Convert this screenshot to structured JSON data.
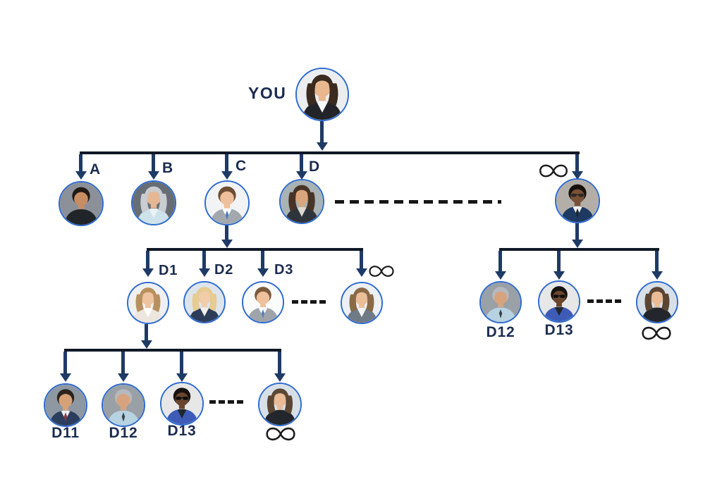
{
  "diagram": {
    "type": "downline-tree",
    "background": "#ffffff",
    "css_vars": "--line:#101826;--arrow:#1e3a66;--label:#1c2c50;--ring:#2e6bd0;--dashc:#161616",
    "colors": {
      "connector_line": "#101826",
      "arrow": "#1e3a66",
      "label_text": "#1c2c50",
      "avatar_ring": "#2e6bd0",
      "dashed_line": "#161616"
    },
    "root": {
      "id": "you",
      "label": "YOU",
      "avatar": "businesswoman-dark-blazer-arms-crossed",
      "avatar_css": "--bg:#ecedef;--hair:#3a2a20;--sidehair:#3a2a20;--skin:#eab88f;--suit:#22242a;--shirt:#f8f9fa"
    },
    "level2": {
      "parent": "you",
      "nodes": [
        {
          "id": "a",
          "label": "A",
          "avatar": "man-black-shirt",
          "avatar_css": "--bg:#8b9099;--hair:#211a15;--skin:#c78e63;--suit:#212428"
        },
        {
          "id": "b",
          "label": "B",
          "avatar": "senior-woman-light-blue-blouse",
          "avatar_css": "--bg:#666d74;--hair:#c9ccd0;--sidehair:#c9ccd0;--skin:#e5b794;--suit:#cde2ea;--shirt:#e9f2f6"
        },
        {
          "id": "c",
          "label": "C",
          "avatar": "man-gray-suit-blue-tie",
          "avatar_css": "--bg:#f2f3f4;--hair:#6e4e33;--skin:#eec09b;--suit:#a2a8ad;--shirt:#ffffff;--tie:#4d7fc0"
        },
        {
          "id": "d",
          "label": "D",
          "avatar": "businesswoman-dark-suit-office",
          "avatar_css": "--bg:#a9b2b5;--hair:#483426;--sidehair:#483426;--skin:#dba67e;--suit:#2f343c;--shirt:#ddd8d0"
        },
        {
          "id": "l2-inf",
          "label": "∞",
          "avatar": "man-navy-suit-glasses",
          "avatar_css": "--bg:#b3afa8;--hair:#17110d;--skin:#7a5138;--suit:#1d3a63;--shirt:#f1f1f1;--tie:#1a2533;--glasses:#2e2a28"
        }
      ]
    },
    "level3_left": {
      "parent": "c",
      "nodes": [
        {
          "id": "d1",
          "label": "D1",
          "avatar": "young-woman-light-brown-hair",
          "avatar_css": "--bg:#eff0f1;--hair:#b8905e;--sidehair:#b8905e;--skin:#eec3a0;--suit:#ece6df;--shirt:#ffffff"
        },
        {
          "id": "d2",
          "label": "D2",
          "avatar": "blonde-woman-navy-top",
          "avatar_css": "--bg:#dde5eb;--hair:#e6cb93;--sidehair:#e6cb93;--skin:#f1cca8;--suit:#2d3c58;--shirt:#f3efe9"
        },
        {
          "id": "d3",
          "label": "D3",
          "avatar": "man-gray-suit-blue-tie",
          "avatar_css": "--bg:#fafbfb;--hair:#7b5a3b;--skin:#eec09b;--suit:#9ea4aa;--shirt:#ffffff;--tie:#4d80c2"
        },
        {
          "id": "l3-inf",
          "label": "∞",
          "avatar": "businesswoman-gray-blazer",
          "avatar_css": "--bg:#edf0f2;--hair:#8a6947;--sidehair:#8a6947;--skin:#ebbe9a;--suit:#6f7a87;--shirt:#f4f4f4"
        }
      ]
    },
    "level4_left": {
      "parent": "d1",
      "nodes": [
        {
          "id": "d11",
          "label": "D11",
          "avatar": "man-navy-suit-red-tie",
          "avatar_css": "--bg:#8d98a3;--hair:#2b231c;--skin:#d7a177;--suit:#2c3e5d;--shirt:#efefef;--tie:#8a3645"
        },
        {
          "id": "d12",
          "label": "D12",
          "avatar": "gray-haired-man-light-blue-shirt",
          "avatar_css": "--bg:#99a0a6;--hair:#b6b9bc;--skin:#d7a37e;--suit:#b7d2e1;--tie:#394046"
        },
        {
          "id": "d13",
          "label": "D13",
          "avatar": "man-sunglasses-blue-suit",
          "avatar_css": "--bg:#e7e7e7;--hair:#171210;--skin:#6a462f;--suit:#3d5bb7;--shirt:#22272d;--glasses:#0e0e0e"
        },
        {
          "id": "l4-inf",
          "label": "∞",
          "avatar": "woman-arms-crossed-dark-top",
          "avatar_css": "--bg:#d8e0e7;--hair:#5b4634;--sidehair:#5b4634;--skin:#e9bc97;--suit:#23272d"
        }
      ]
    },
    "level3_right": {
      "parent": "l2-inf",
      "nodes": [
        {
          "id": "r-d12",
          "label": "D12",
          "avatar": "gray-haired-man-light-blue-shirt",
          "avatar_css": "--bg:#99a0a6;--hair:#b6b9bc;--skin:#d7a37e;--suit:#b7d2e1;--tie:#394046"
        },
        {
          "id": "r-d13",
          "label": "D13",
          "avatar": "man-sunglasses-blue-suit",
          "avatar_css": "--bg:#e7e7e7;--hair:#171210;--skin:#6a462f;--suit:#3d5bb7;--shirt:#22272d;--glasses:#0e0e0e"
        },
        {
          "id": "r-inf",
          "label": "∞",
          "avatar": "woman-arms-crossed-dark-top",
          "avatar_css": "--bg:#d8e0e7;--hair:#5b4634;--sidehair:#5b4634;--skin:#e9bc97;--suit:#23272d"
        }
      ]
    }
  }
}
